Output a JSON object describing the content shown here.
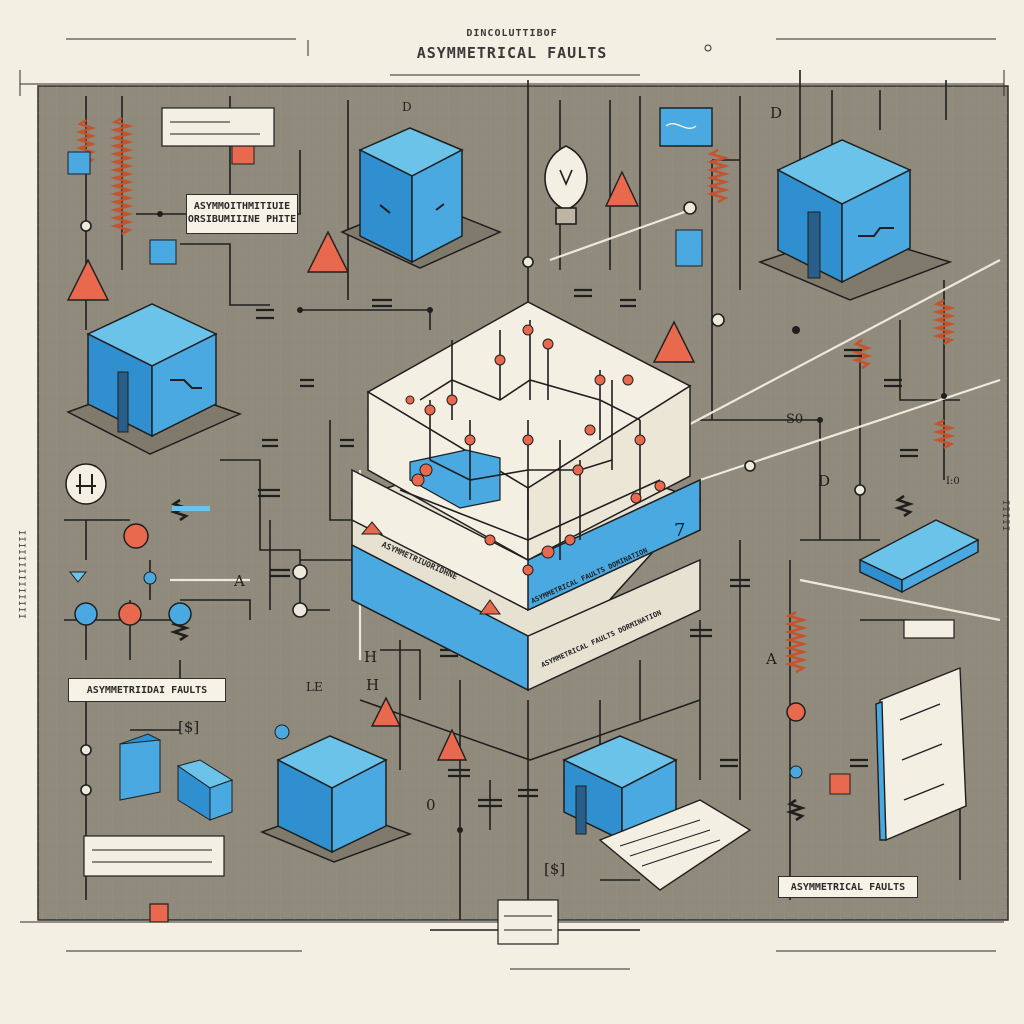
{
  "header": {
    "subtitle": "DINCOLUTTIBOF",
    "title": "ASYMMETRICAL FAULTS"
  },
  "labels": {
    "box_top_left_line1": "ASYMMOITHMITIUIE",
    "box_top_left_line2": "ORSIBUMIIINE PHITE",
    "box_left": "ASYMMETRIIDAI FAULTS",
    "box_bottom_right": "ASYMMETRICAL FAULTS",
    "platform_top": "ASYMMETRIUORIDHNE",
    "platform_mid": "ASYMMETRICAL FAULTS DOMINATION",
    "platform_bottom": "ASYMMETRICAL FAULTS DORMINATION",
    "side_left": "IIIIIIIIIIIIII",
    "side_right": "IIIII"
  },
  "annotations": {
    "a1": "D",
    "a2": "D",
    "a3": "A",
    "a4": "A",
    "a5": "H",
    "a6": "H",
    "a7": "[$]",
    "a8": "[$]",
    "a9": "LE",
    "a10": "S0",
    "a11": "D",
    "a12": "I:0",
    "a13": "0",
    "a14": "7"
  },
  "colors": {
    "board": "#8f8a7b",
    "paper": "#f4efe3",
    "cube_top": "#6cc3ea",
    "cube_left": "#2f8fcf",
    "cube_right": "#4aa9e0",
    "warning": "#e8694e",
    "ink": "#1f1f1f",
    "resistor": "#c4532f"
  },
  "icons": [
    "transformer-cube-icon",
    "warning-triangle-icon",
    "light-bulb-icon",
    "resistor-icon",
    "document-icon",
    "book-icon",
    "flag-icon"
  ]
}
